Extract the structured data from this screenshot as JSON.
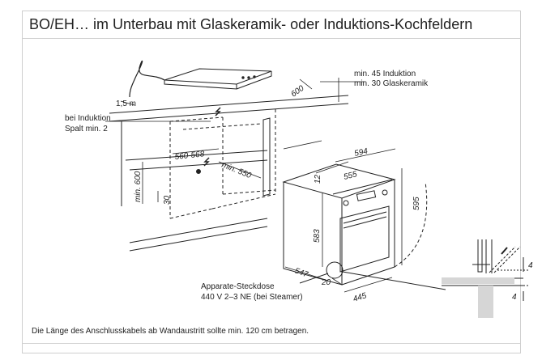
{
  "title": "BO/EH… im Unterbau mit Glaskeramik- oder Induktions-Kochfeldern",
  "labels": {
    "cable_length": "1,5 m",
    "induction_gap_line1": "bei Induktion",
    "induction_gap_line2": "Spalt min. 2",
    "min45": "min. 45 Induktion",
    "min30": "min. 30 Glaskeramik",
    "socket_line1": "Apparate-Steckdose",
    "socket_line2": "440 V 2–3 NE (bei Steamer)"
  },
  "dimensions": {
    "d600_top": "600",
    "d560_568": "560-568",
    "d_min550": "min. 550",
    "d_min600": "min. 600",
    "d30": "30",
    "d594": "594",
    "d555": "555",
    "d12": "12",
    "d583": "583",
    "d595": "595",
    "d547": "547",
    "d20": "20",
    "d445": "445",
    "d4_top": "4",
    "d4_bottom": "4"
  },
  "footnote": "Die Länge des Anschlusskabels ab Wandaustritt sollte min. 120 cm betragen."
}
